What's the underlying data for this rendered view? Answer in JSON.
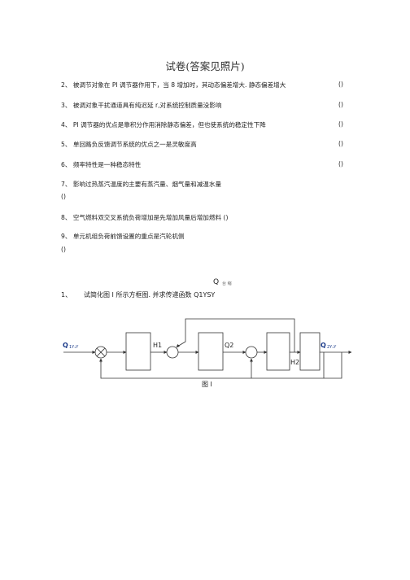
{
  "title": "试卷(答案见照片)",
  "questions": [
    {
      "text": "2、 被调节对象在 PI 调节器作用下，当 8 增加时，其动态偏差增大. 静态偏差增大",
      "mark": "()"
    },
    {
      "text": "3、 被调对象干扰通道具有纯迟延 r,对系统控制质量没影响",
      "mark": "()"
    },
    {
      "text": "4、 PI 调节器的优点是靠积分作用消除静态偏差，但也使系统的稳定性下降",
      "mark": "()"
    },
    {
      "text": "5、 单回路负反馈调节系统的优点之一是灵敏度高",
      "mark": "()"
    },
    {
      "text": "6、 频率特性是一种稳态特性",
      "mark": "()"
    },
    {
      "text": "7、 影响过热蒸汽温度的主要有蒸汽量、烟气量和减温水量",
      "mark": "()"
    },
    {
      "text": "8、 空气燃料双交叉系统负荷增加是先增加风量后增加燃料 ()",
      "mark": ""
    },
    {
      "text": "9、 单元机组负荷前馈设置的重点是汽轮机侧",
      "mark": "()"
    }
  ],
  "problem": {
    "heading_main": "Q",
    "heading_sub": "台 缩",
    "number": "1、",
    "text": "试简化图 I 所示方框图. 并求传递函数 Q1YSY"
  },
  "diagram": {
    "input_label": "Q",
    "input_sub": "1Y₁Y",
    "output_label": "Q",
    "output_sub": "2Y₁Y",
    "h1": "H1",
    "q2": "Q2",
    "h2": "H2",
    "caption": "图 I"
  }
}
